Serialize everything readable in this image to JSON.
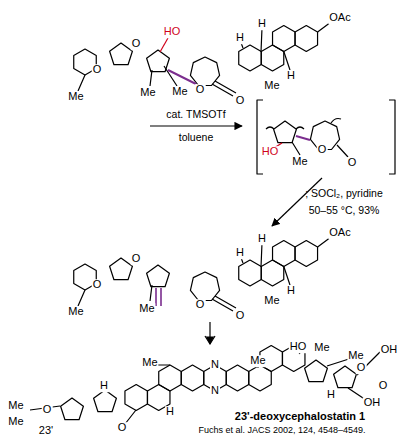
{
  "diagram": {
    "caption": "Fuchs et al. JACS 2002, 124, 4548–4549.",
    "labels": [
      "OAc",
      "H",
      "H",
      "Me",
      "H",
      "HO",
      "O",
      "O",
      "Me",
      "Me",
      "Me",
      "O",
      "O",
      "cat. TMSOTf",
      "toluene",
      "HO",
      "Me",
      "O",
      "O",
      "; SOCl₂, pyridine",
      "50–55 °C, 93%",
      "OAc",
      "H",
      "H",
      "Me",
      "H",
      "O",
      "O",
      "Me",
      "Me",
      "O",
      "O",
      "HO",
      "Me",
      "Me",
      "OH",
      "O",
      "O",
      "OH",
      "H",
      "Me",
      "N",
      "N",
      "Me",
      "H",
      "H",
      "O",
      "Me",
      "Me",
      "O",
      "23'",
      "23'-deoxycephalostatin 1"
    ]
  }
}
